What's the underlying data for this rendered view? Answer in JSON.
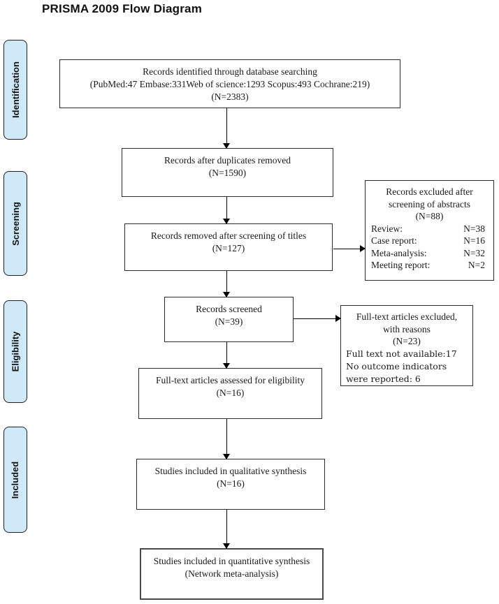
{
  "title": "PRISMA 2009 Flow Diagram",
  "colors": {
    "stage_fill": "#cfe9f8",
    "box_border": "#2b2b2b",
    "arrow": "#000000"
  },
  "stages": [
    {
      "label": "Identification"
    },
    {
      "label": "Screening"
    },
    {
      "label": "Eligibility"
    },
    {
      "label": "Included"
    }
  ],
  "flow_boxes": {
    "identified": {
      "line1": "Records identified through database searching",
      "line2": "(PubMed:47 Embase:331Web of science:1293 Scopus:493 Cochrane:219)",
      "line3": "(N=2383)"
    },
    "duplicates_removed": {
      "line1": "Records after duplicates removed",
      "line2": "(N=1590)"
    },
    "titles_screened": {
      "line1": "Records removed after screening of titles",
      "line2": "(N=127)"
    },
    "records_screened": {
      "line1": "Records screened",
      "line2": "(N=39)"
    },
    "fulltext_assessed": {
      "line1": "Full-text articles assessed for eligibility",
      "line2": "(N=16)"
    },
    "qualitative": {
      "line1": "Studies included in qualitative synthesis",
      "line2": "(N=16)"
    },
    "quantitative": {
      "line1": "Studies included in quantitative synthesis",
      "line2": "(Network meta-analysis)"
    }
  },
  "side_boxes": {
    "excluded_abstracts": {
      "header1": "Records excluded after",
      "header2": "screening of abstracts",
      "n": "(N=88)",
      "rows": [
        {
          "label": "Review:",
          "value": "N=38"
        },
        {
          "label": "Case report:",
          "value": "N=16"
        },
        {
          "label": "Meta-analysis:",
          "value": "N=32"
        },
        {
          "label": "Meeting report:",
          "value": "N=2"
        }
      ]
    },
    "fulltext_excluded": {
      "header1": "Full-text articles excluded,",
      "header2": "with reasons",
      "n": "(N=23)",
      "lines": [
        "Full text not available:17",
        "No outcome indicators",
        "were reported: 6"
      ]
    }
  }
}
